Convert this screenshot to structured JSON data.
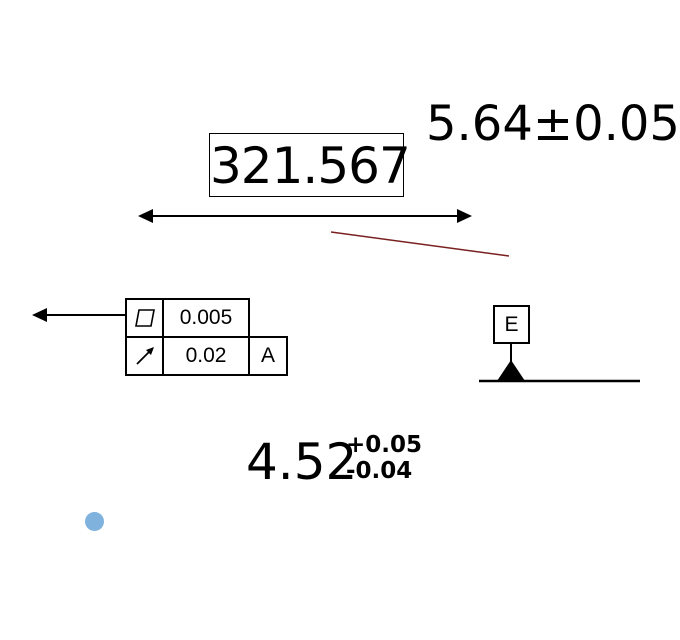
{
  "colors": {
    "ink": "#000000",
    "leader_line": "#7a2020",
    "marker_dot": "#7fb2dd"
  },
  "basic_dimension": {
    "value": "321.567"
  },
  "tolerance_dimension": {
    "nominal": "5.64",
    "symbol": "±",
    "tolerance": "0.05"
  },
  "feature_control_frame": {
    "rows": [
      {
        "symbol_icon": "flatness-icon",
        "tolerance": "0.005",
        "datum": ""
      },
      {
        "symbol_icon": "circular-runout-icon",
        "tolerance": "0.02",
        "datum": "A"
      }
    ]
  },
  "datum_feature": {
    "label": "E"
  },
  "limit_dimension": {
    "nominal": "4.52",
    "upper": "+0.05",
    "lower": "-0.04"
  },
  "icons": {
    "marker": "circle-dot-icon"
  }
}
